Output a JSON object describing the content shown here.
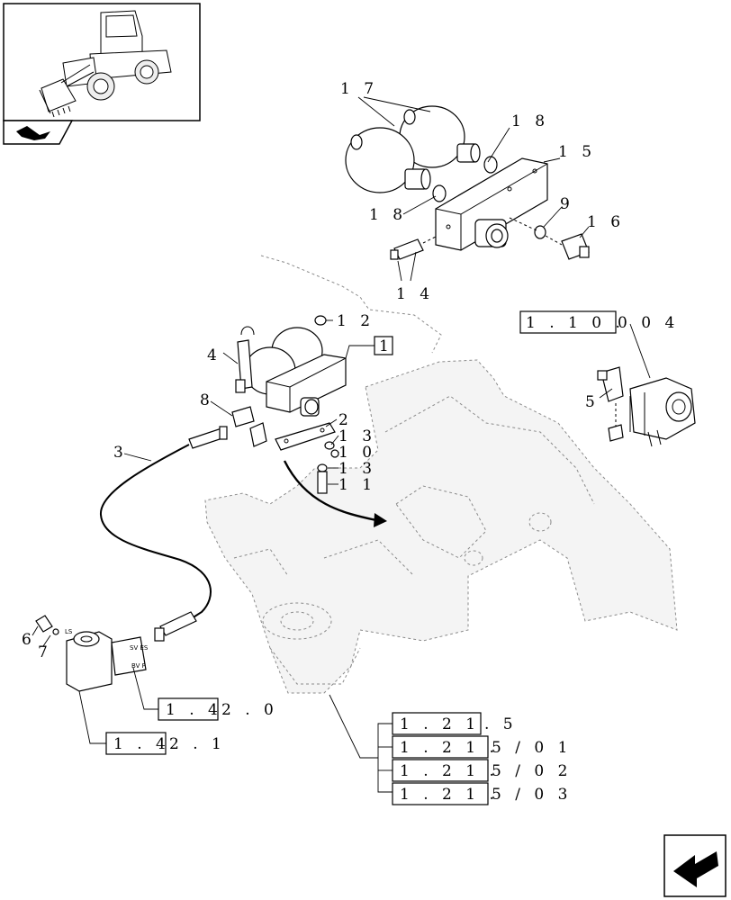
{
  "callouts": {
    "c17": "1 7",
    "c18a": "1 8",
    "c18b": "1 8",
    "c15": "1 5",
    "c9": "9",
    "c16": "1 6",
    "c14": "1 4",
    "c12": "1 2",
    "c1": "1",
    "c4": "4",
    "c8": "8",
    "c2": "2",
    "c13a": "1 3",
    "c10": "1 0",
    "c13b": "1 3",
    "c11": "1 1",
    "c3": "3",
    "c5": "5",
    "c6": "6",
    "c7": "7"
  },
  "refs": {
    "r_1_10": {
      "boxed": "1 . 1 0 .",
      "rest": "0   0 4"
    },
    "r_1_42_0": {
      "boxed": "1 . 4",
      "rest": "2 . 0"
    },
    "r_1_42_1": {
      "boxed": "1 . 4",
      "rest": "2 . 1"
    },
    "r_1_21_5": {
      "boxed": "1 . 2 1",
      "rest": ". 5"
    },
    "r_1_21_501": {
      "boxed": "1 . 2 1 .",
      "rest": "5 / 0 1"
    },
    "r_1_21_502": {
      "boxed": "1 . 2 1 .",
      "rest": "5 / 0 2"
    },
    "r_1_21_503": {
      "boxed": "1 . 2 1 .",
      "rest": "5 / 0 3"
    }
  },
  "valve_marks": {
    "ls": "LS",
    "svbs": "SV ES",
    "bvp": "BV  P"
  }
}
